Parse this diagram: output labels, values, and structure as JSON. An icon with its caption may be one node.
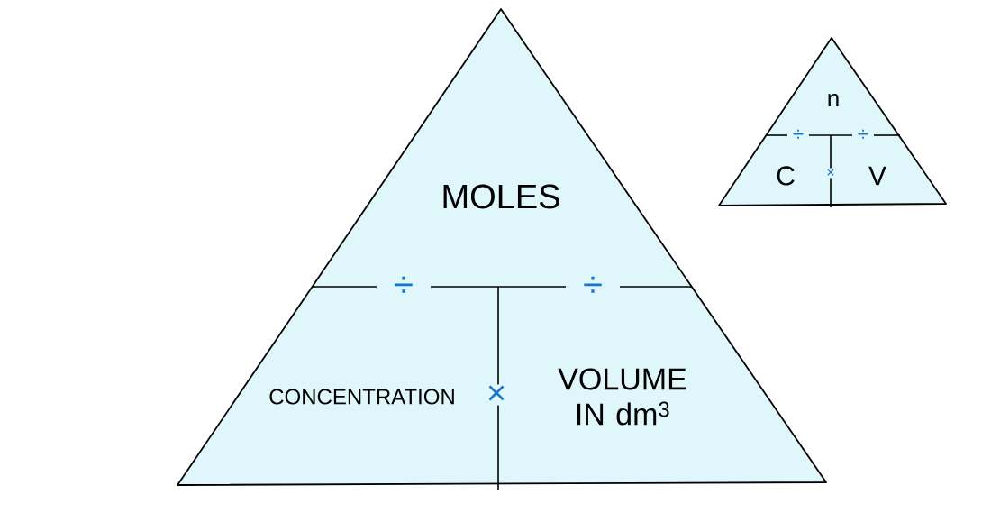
{
  "diagram": {
    "nodes": [
      {
        "text": [
          "MOLES",
          "÷",
          "÷",
          "CONCENTRATION",
          "×",
          "VOLUME IN dm$^{3}$"
        ]
      },
      {
        "text": [
          "n",
          "÷",
          "÷",
          "C",
          "×",
          "V"
        ]
      }
    ]
  }
}
